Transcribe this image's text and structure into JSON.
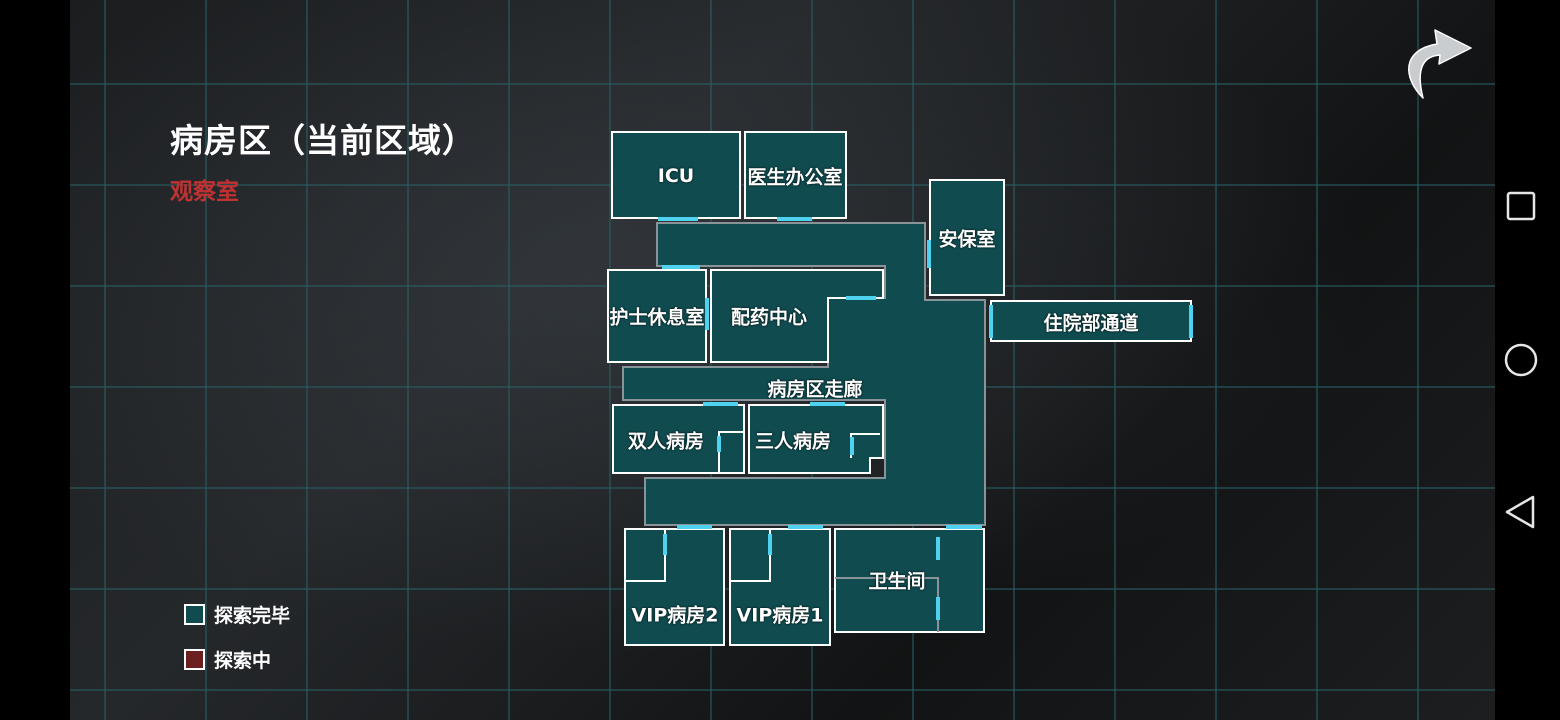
{
  "header": {
    "area_title": "病房区（当前区域）",
    "current_room": "观察室"
  },
  "map": {
    "colors": {
      "explored": "#0f4b4f",
      "exploring": "#6b1f1f",
      "wall": "#ffffff",
      "door": "#4fd2f0",
      "gridline": "#1f4c50"
    },
    "rooms": {
      "icu": "ICU",
      "doctor_office": "医生办公室",
      "security_room": "安保室",
      "inpatient_passage": "住院部通道",
      "nurse_lounge": "护士休息室",
      "pharmacy": "配药中心",
      "corridor": "病房区走廊",
      "double_ward": "双人病房",
      "triple_ward": "三人病房",
      "vip_ward_2": "VIP病房2",
      "vip_ward_1": "VIP病房1",
      "restroom": "卫生间"
    }
  },
  "legend": {
    "explored": "探索完毕",
    "exploring": "探索中",
    "explored_color": "#0f4b4f",
    "exploring_color": "#6b1f1f"
  },
  "controls": {
    "back_icon": "curved-back-arrow-icon"
  },
  "system_nav": {
    "recent_icon": "square-icon",
    "home_icon": "circle-icon",
    "back_icon": "triangle-back-icon"
  }
}
